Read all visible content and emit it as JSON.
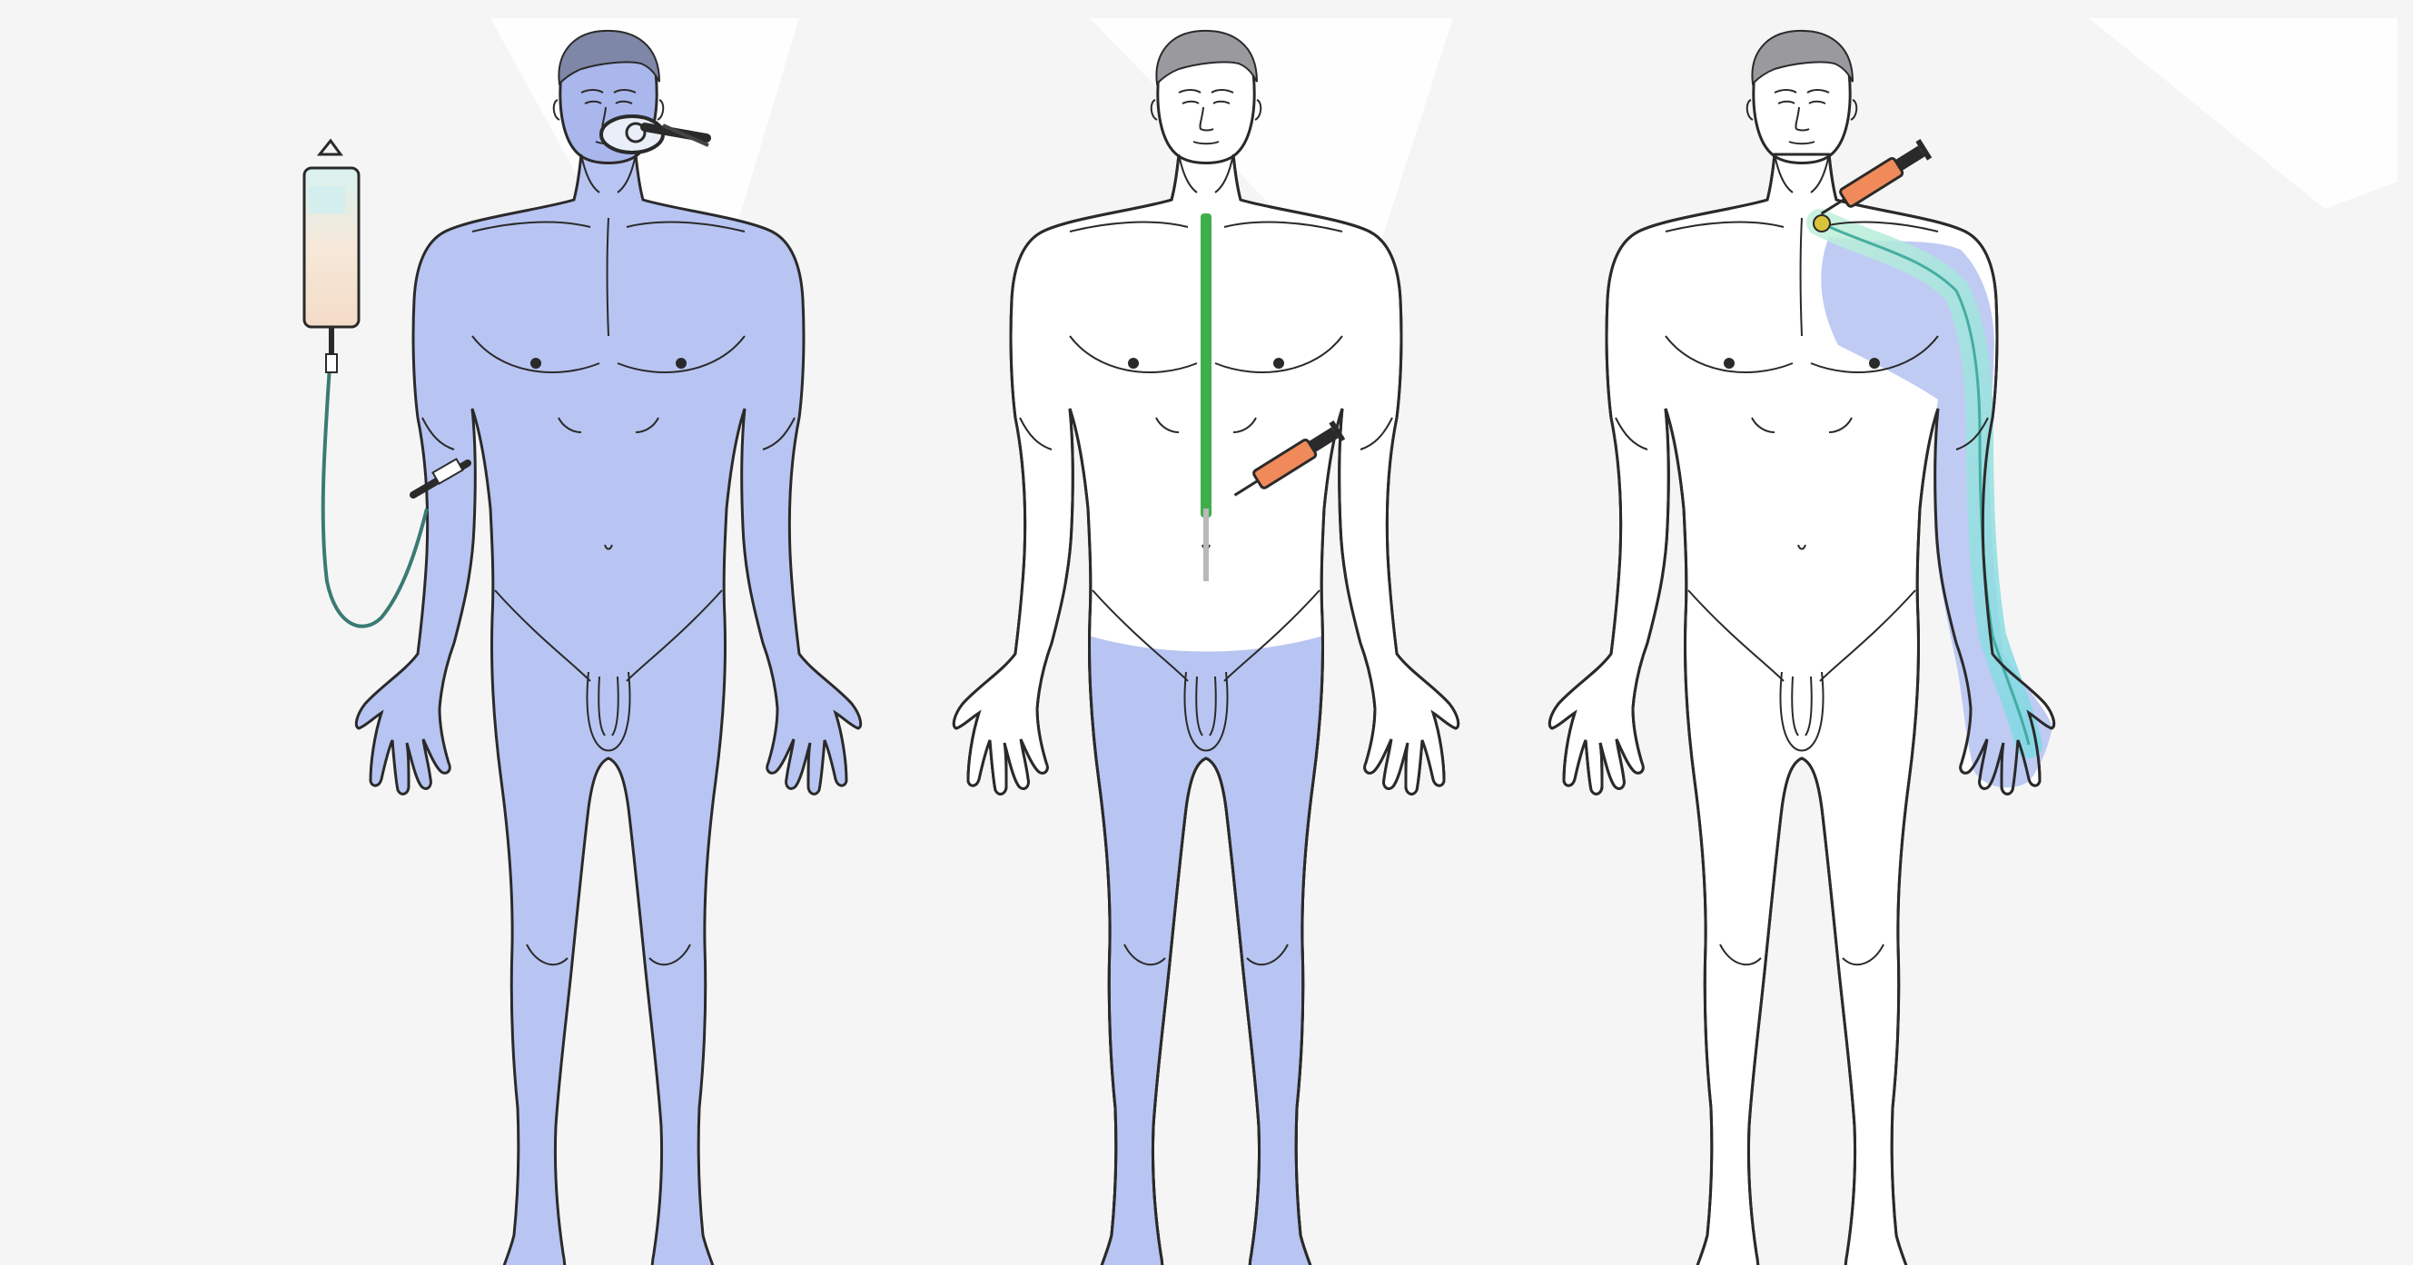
{
  "scene": {
    "figures": [
      {
        "id": "general",
        "tint": "#b8c5f2",
        "regions": [
          "whole-body"
        ],
        "devices": [
          "iv-bag",
          "iv-line",
          "iv-cannula",
          "face-mask"
        ]
      },
      {
        "id": "neuraxial",
        "tint": "#b8c5f2",
        "regions": [
          "lower-abdomen",
          "legs"
        ],
        "devices": [
          "spinal-line",
          "syringe"
        ]
      },
      {
        "id": "regional",
        "tint": "#b8c5f2",
        "regions": [
          "right-arm",
          "shoulder"
        ],
        "devices": [
          "syringe",
          "nerve-highlight"
        ]
      }
    ]
  },
  "colors": {
    "background": "#f5f5f6",
    "page": "#ffffff",
    "body_tint": "#b8c5f2",
    "body_tint_dark": "#a9b7ec",
    "outline": "#2a2a2a",
    "hair": "#9a9a9e",
    "spine_line": "#3fae4a",
    "nerve_fill": "#8fe0d6",
    "syringe_fill": "#f08a5a",
    "syringe_barrel": "#f7e3d6",
    "iv_fluid": "#f6e8d9",
    "iv_tint": "#bde8e8"
  }
}
